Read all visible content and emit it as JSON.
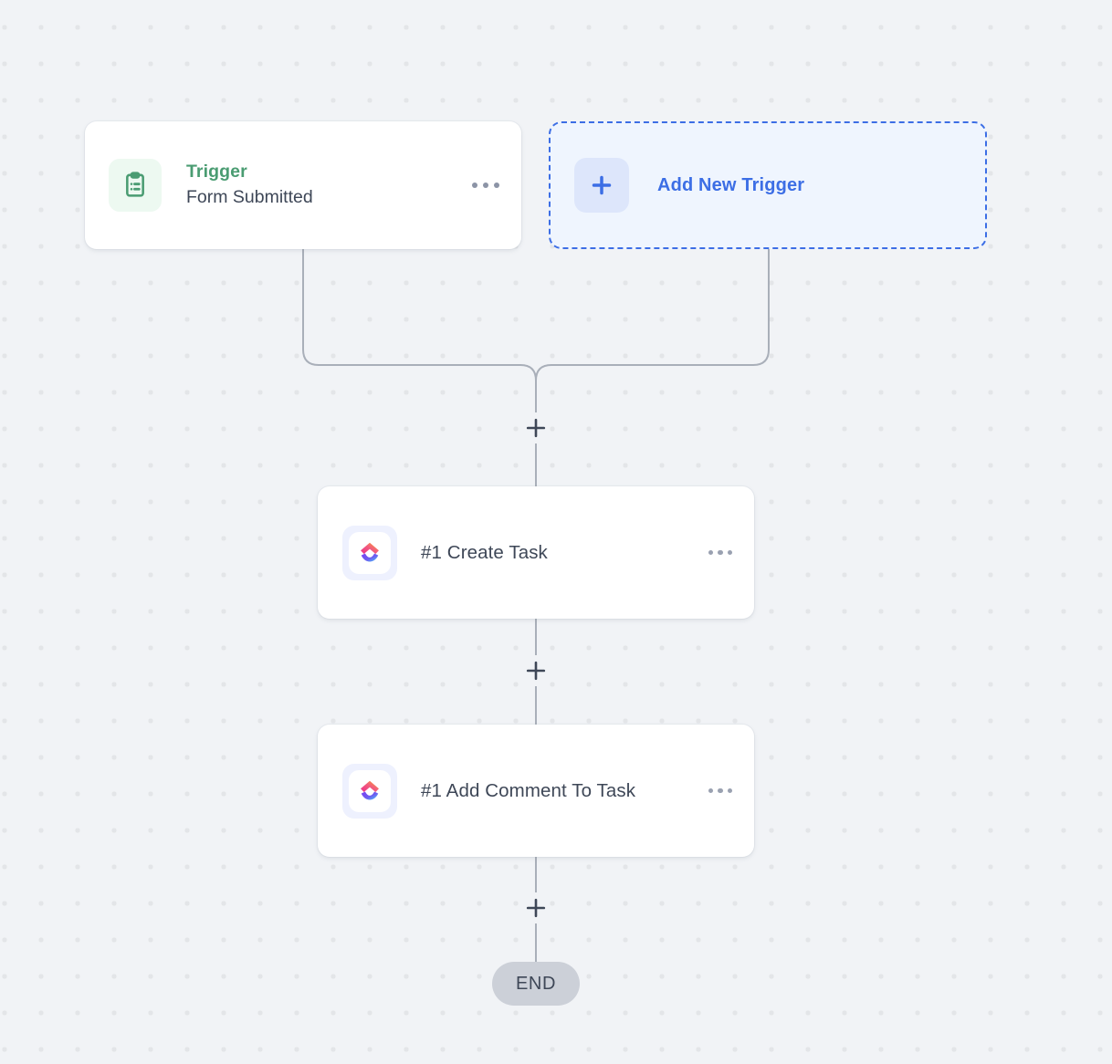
{
  "canvas": {
    "background_color": "#f1f3f6",
    "dot_color": "#e3e5e8",
    "connector_color": "#a9afb9"
  },
  "trigger": {
    "icon": "clipboard-list-icon",
    "icon_color": "#4a9c72",
    "icon_bg": "#edf9f1",
    "kind_label": "Trigger",
    "kind_color": "#4a9c72",
    "name": "Form Submitted",
    "menu_icon": "kebab-menu-icon"
  },
  "add_trigger": {
    "icon": "plus-icon",
    "label": "Add New Trigger",
    "accent_color": "#3c6ee5",
    "bg_color": "#eff5fe",
    "icon_bg": "#dde6fb"
  },
  "actions": [
    {
      "icon": "clickup-logo-icon",
      "label": "#1 Create Task",
      "menu_icon": "kebab-menu-icon"
    },
    {
      "icon": "clickup-logo-icon",
      "label": "#1 Add Comment To Task",
      "menu_icon": "kebab-menu-icon"
    }
  ],
  "add_step_buttons": [
    {
      "icon": "plus-icon",
      "position": "after-triggers"
    },
    {
      "icon": "plus-icon",
      "position": "after-create-task"
    },
    {
      "icon": "plus-icon",
      "position": "after-add-comment"
    }
  ],
  "end_node": {
    "label": "END",
    "bg_color": "#ccd0d8",
    "text_color": "#3e4757"
  }
}
